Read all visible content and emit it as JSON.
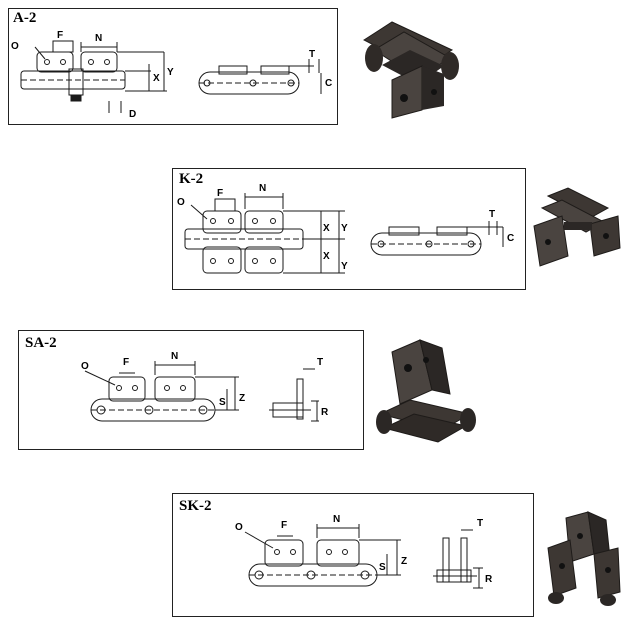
{
  "colors": {
    "line": "#1a1a1a",
    "metal_dark": "#2b2725",
    "metal_mid": "#4a4440",
    "metal_light": "#6b625b"
  },
  "panels": [
    {
      "id": "a2",
      "title": "A-2",
      "labels": {
        "o": "O",
        "f": "F",
        "n": "N",
        "x": "X",
        "y": "Y",
        "d": "D",
        "t": "T",
        "c": "C"
      },
      "photo_icon": "chain-attachment-a2-photo"
    },
    {
      "id": "k2",
      "title": "K-2",
      "labels": {
        "o": "O",
        "f": "F",
        "n": "N",
        "x1": "X",
        "x2": "X",
        "y1": "Y",
        "y2": "Y",
        "t": "T",
        "c": "C"
      },
      "photo_icon": "chain-attachment-k2-photo"
    },
    {
      "id": "sa2",
      "title": "SA-2",
      "labels": {
        "o": "O",
        "f": "F",
        "n": "N",
        "s": "S",
        "z": "Z",
        "t": "T",
        "r": "R"
      },
      "photo_icon": "chain-attachment-sa2-photo"
    },
    {
      "id": "sk2",
      "title": "SK-2",
      "labels": {
        "o": "O",
        "f": "F",
        "n": "N",
        "s": "S",
        "z": "Z",
        "t": "T",
        "r": "R"
      },
      "photo_icon": "chain-attachment-sk2-photo"
    }
  ]
}
